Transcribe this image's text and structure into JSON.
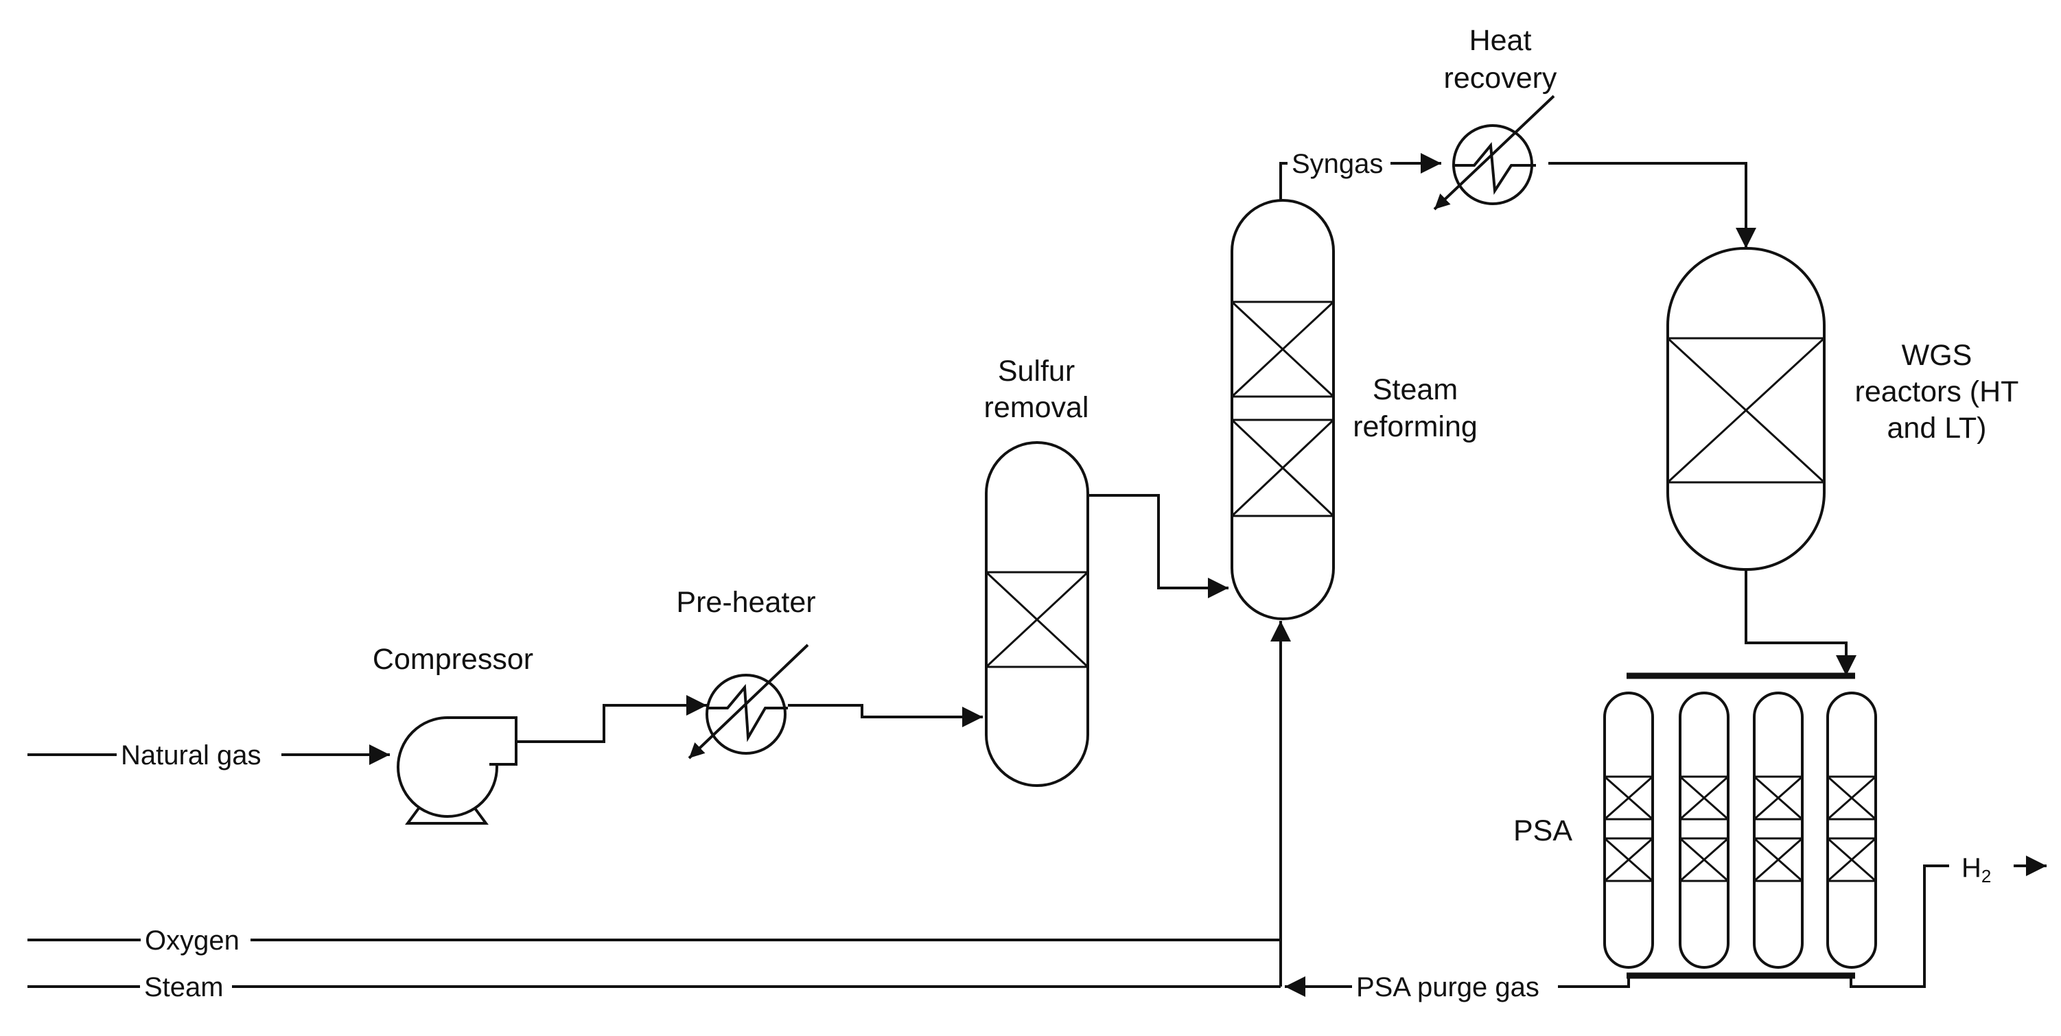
{
  "equipment": {
    "compressor": "Compressor",
    "preheater": "Pre-heater",
    "sulfur_removal": [
      "Sulfur",
      "removal"
    ],
    "steam_reforming": [
      "Steam",
      "reforming"
    ],
    "heat_recovery": [
      "Heat",
      "recovery"
    ],
    "wgs_reactors": [
      "WGS",
      "reactors (HT",
      "and LT)"
    ],
    "psa": "PSA"
  },
  "streams": {
    "natural_gas": "Natural gas",
    "oxygen": "Oxygen",
    "steam": "Steam",
    "syngas": "Syngas",
    "psa_purge_gas": "PSA purge gas",
    "hydrogen": "H",
    "hydrogen_subscript": "2"
  }
}
